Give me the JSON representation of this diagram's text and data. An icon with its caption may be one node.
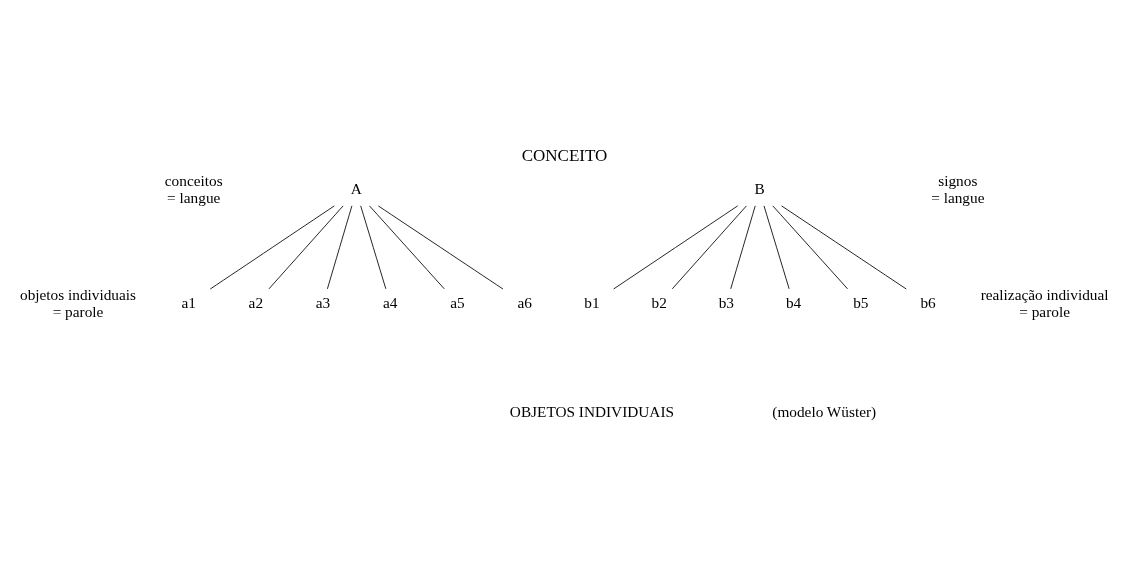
{
  "diagram": {
    "title": "CONCEITO",
    "nodes": [
      {
        "text": [
          "A"
        ]
      },
      {
        "text": [
          "a1"
        ]
      },
      {
        "text": [
          "a2"
        ]
      },
      {
        "text": [
          "a3"
        ]
      },
      {
        "text": [
          "a4"
        ]
      },
      {
        "text": [
          "a5"
        ]
      },
      {
        "text": [
          "a6"
        ]
      },
      {
        "text": [
          "B"
        ]
      },
      {
        "text": [
          "b1"
        ]
      },
      {
        "text": [
          "b2"
        ]
      },
      {
        "text": [
          "b3"
        ]
      },
      {
        "text": [
          "b4"
        ]
      },
      {
        "text": [
          "b5"
        ]
      },
      {
        "text": [
          "b6"
        ]
      }
    ],
    "edges": [
      {
        "from": 0,
        "to": 1,
        "arrow": "none"
      },
      {
        "from": 0,
        "to": 2,
        "arrow": "none"
      },
      {
        "from": 0,
        "to": 3,
        "arrow": "none"
      },
      {
        "from": 0,
        "to": 4,
        "arrow": "none"
      },
      {
        "from": 0,
        "to": 5,
        "arrow": "none"
      },
      {
        "from": 0,
        "to": 6,
        "arrow": "none"
      },
      {
        "from": 7,
        "to": 8,
        "arrow": "none"
      },
      {
        "from": 7,
        "to": 9,
        "arrow": "none"
      },
      {
        "from": 7,
        "to": 10,
        "arrow": "none"
      },
      {
        "from": 7,
        "to": 11,
        "arrow": "none"
      },
      {
        "from": 7,
        "to": 12,
        "arrow": "none"
      },
      {
        "from": 7,
        "to": 13,
        "arrow": "none"
      }
    ],
    "labels": [
      "conceitos = langue",
      "signos = langue",
      "objetos individuais = parole",
      "realização individual = parole",
      "OBJETOS INDIVIDUAIS",
      "(modelo Wüster)"
    ]
  }
}
